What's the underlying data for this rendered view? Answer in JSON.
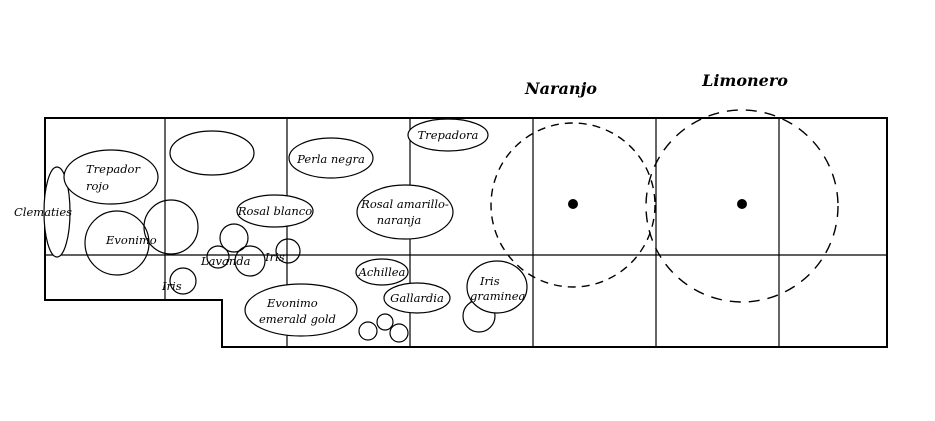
{
  "plan": {
    "trees": {
      "naranjo": {
        "label": "Naranjo"
      },
      "limonero": {
        "label": "Limonero"
      }
    },
    "plants": {
      "clematies": {
        "label": "Clematies"
      },
      "trepador_rojo": {
        "label_line1": "Trepador",
        "label_line2": "rojo"
      },
      "evonimo": {
        "label": "Evonimo"
      },
      "iris_west": {
        "label": "Iris"
      },
      "lavanda": {
        "label": "Lavanda"
      },
      "iris_center": {
        "label": "Iris"
      },
      "rosal_blanco": {
        "label": "Rosal blanco"
      },
      "perla_negra": {
        "label": "Perla negra"
      },
      "rosal_amarillo_naranja": {
        "label_line1": "Rosal amarillo-",
        "label_line2": "naranja"
      },
      "trepadora": {
        "label": "Trepadora"
      },
      "achillea": {
        "label": "Achillea"
      },
      "gallardia": {
        "label": "Gallardia"
      },
      "iris_graminea": {
        "label_line1": "Iris",
        "label_line2": "graminea"
      },
      "evonimo_emerald_gold": {
        "label_line1": "Evonimo",
        "label_line2": "emerald gold"
      }
    },
    "colors": {
      "ink": "#000000",
      "background": "#ffffff"
    }
  }
}
